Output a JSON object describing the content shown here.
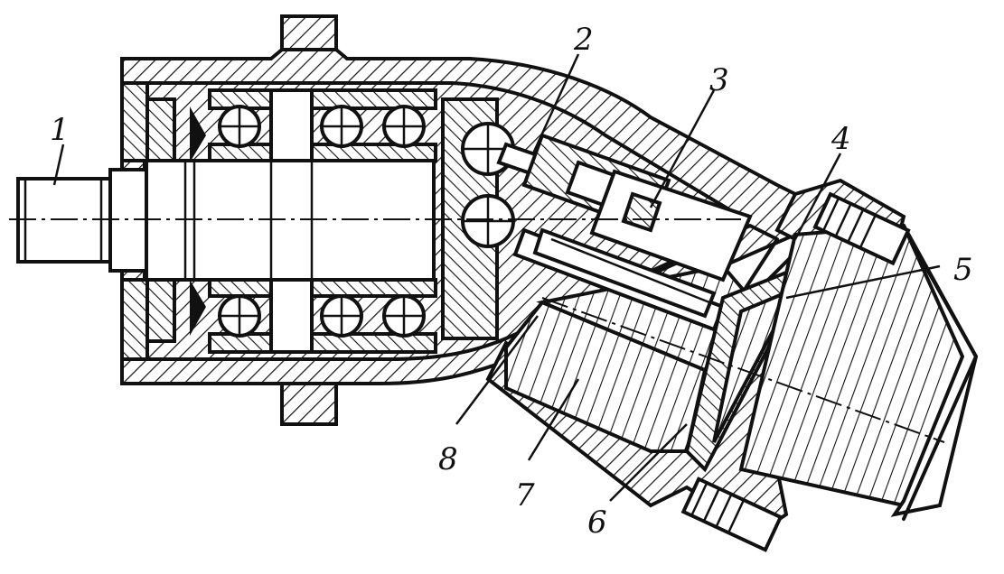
{
  "diagram": {
    "labels": [
      {
        "id": "1",
        "text": "1"
      },
      {
        "id": "2",
        "text": "2"
      },
      {
        "id": "3",
        "text": "3"
      },
      {
        "id": "4",
        "text": "4"
      },
      {
        "id": "5",
        "text": "5"
      },
      {
        "id": "6",
        "text": "6"
      },
      {
        "id": "7",
        "text": "7"
      },
      {
        "id": "8",
        "text": "8"
      }
    ],
    "colors": {
      "ink": "#111111",
      "background": "#ffffff"
    }
  }
}
